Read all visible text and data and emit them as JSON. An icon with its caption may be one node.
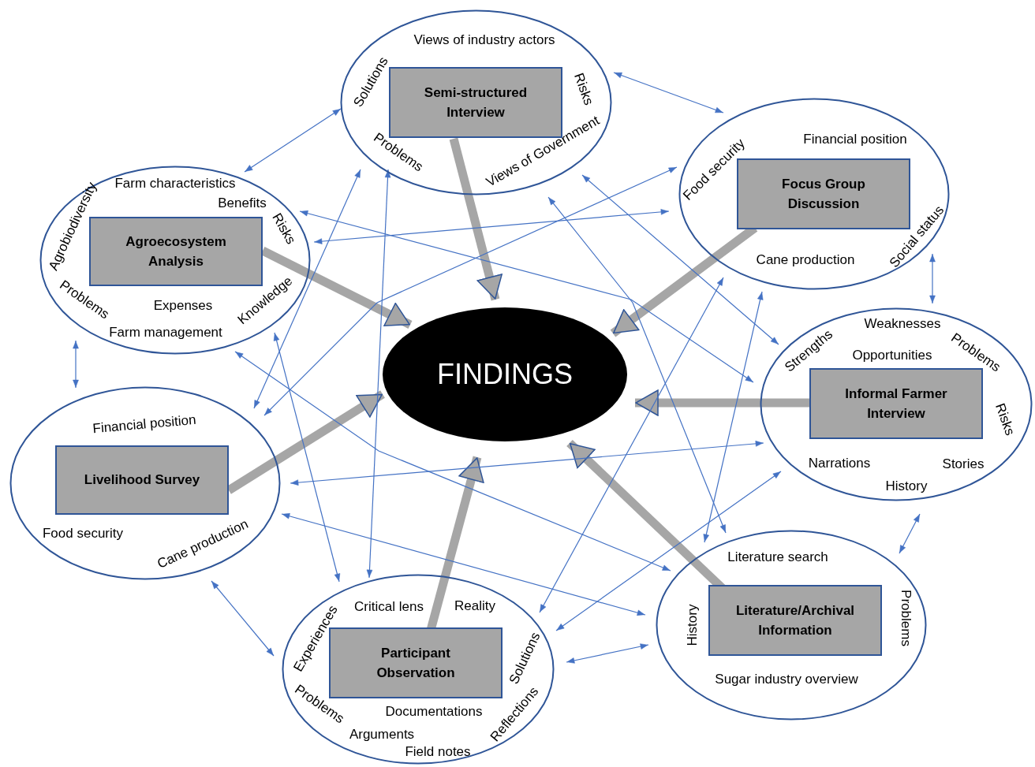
{
  "diagram": {
    "nodes": [
      {
        "text": [
          "Views of industry actors",
          "Solutions",
          "Risks",
          "Problems",
          "Views of Government"
        ]
      },
      {
        "text": [
          "Semi-structured Interview"
        ],
        "in": 0
      },
      {
        "text": [
          "Food security",
          "Financial position",
          "Social status",
          "Cane production"
        ]
      },
      {
        "text": [
          "Focus Group Discussion"
        ],
        "in": 2
      },
      {
        "text": [
          "Agrobiodiversity",
          "Farm characteristics",
          "Benefits",
          "Risks",
          "Problems",
          "Expenses",
          "Knowledge",
          "Farm management"
        ]
      },
      {
        "text": [
          "Agroecosystem Analysis"
        ],
        "in": 4
      },
      {
        "text": [
          "FINDINGS"
        ]
      },
      {
        "text": [
          "Strengths",
          "Weaknesses",
          "Problems",
          "Opportunities",
          "Risks",
          "Narrations",
          "Stories",
          "History"
        ]
      },
      {
        "text": [
          "Informal Farmer Interview"
        ],
        "in": 7
      },
      {
        "text": [
          "Financial position",
          "Food security",
          "Cane production"
        ]
      },
      {
        "text": [
          "Livelihood Survey"
        ],
        "in": 9
      },
      {
        "text": [
          "Literature search",
          "History",
          "Problems",
          "Sugar industry overview"
        ]
      },
      {
        "text": [
          "Literature/Archival Information"
        ],
        "in": 11
      },
      {
        "text": [
          "Critical lens",
          "Reality",
          "Experiences",
          "Solutions",
          "Problems",
          "Documentations",
          "Reflections",
          "Arguments",
          "Field notes"
        ]
      },
      {
        "text": [
          "Participant Observation"
        ],
        "in": 13
      }
    ],
    "edges": [
      {
        "from": 1,
        "to": 6,
        "arrow": "to",
        "style": "thick",
        "color": "#a6a6a6"
      },
      {
        "from": 3,
        "to": 6,
        "arrow": "to",
        "style": "thick",
        "color": "#a6a6a6"
      },
      {
        "from": 5,
        "to": 6,
        "arrow": "to",
        "style": "thick",
        "color": "#a6a6a6"
      },
      {
        "from": 8,
        "to": 6,
        "arrow": "to",
        "style": "thick",
        "color": "#a6a6a6"
      },
      {
        "from": 10,
        "to": 6,
        "arrow": "to",
        "style": "thick",
        "color": "#a6a6a6"
      },
      {
        "from": 12,
        "to": 6,
        "arrow": "to",
        "style": "thick",
        "color": "#a6a6a6"
      },
      {
        "from": 14,
        "to": 6,
        "arrow": "to",
        "style": "thick",
        "color": "#a6a6a6"
      },
      {
        "from": 4,
        "to": 0,
        "arrow": "both"
      },
      {
        "from": 0,
        "to": 2,
        "arrow": "both"
      },
      {
        "from": 4,
        "to": 9,
        "arrow": "both"
      },
      {
        "from": 2,
        "to": 7,
        "arrow": "both"
      },
      {
        "from": 7,
        "to": 11,
        "arrow": "both"
      },
      {
        "from": 9,
        "to": 13,
        "arrow": "both"
      },
      {
        "from": 13,
        "to": 11,
        "arrow": "both"
      },
      {
        "from": 4,
        "to": 2,
        "arrow": "both"
      },
      {
        "from": 4,
        "to": 7,
        "arrow": "both"
      },
      {
        "from": 4,
        "to": 11,
        "arrow": "both"
      },
      {
        "from": 9,
        "to": 7,
        "arrow": "both"
      },
      {
        "from": 9,
        "to": 11,
        "arrow": "both"
      },
      {
        "from": 0,
        "to": 9,
        "arrow": "both"
      },
      {
        "from": 0,
        "to": 13,
        "arrow": "both"
      },
      {
        "from": 0,
        "to": 7,
        "arrow": "both"
      },
      {
        "from": 0,
        "to": 11,
        "arrow": "both"
      },
      {
        "from": 2,
        "to": 9,
        "arrow": "both"
      },
      {
        "from": 2,
        "to": 13,
        "arrow": "both"
      },
      {
        "from": 2,
        "to": 11,
        "arrow": "both"
      },
      {
        "from": 4,
        "to": 13,
        "arrow": "both"
      },
      {
        "from": 7,
        "to": 13,
        "arrow": "both"
      }
    ]
  }
}
